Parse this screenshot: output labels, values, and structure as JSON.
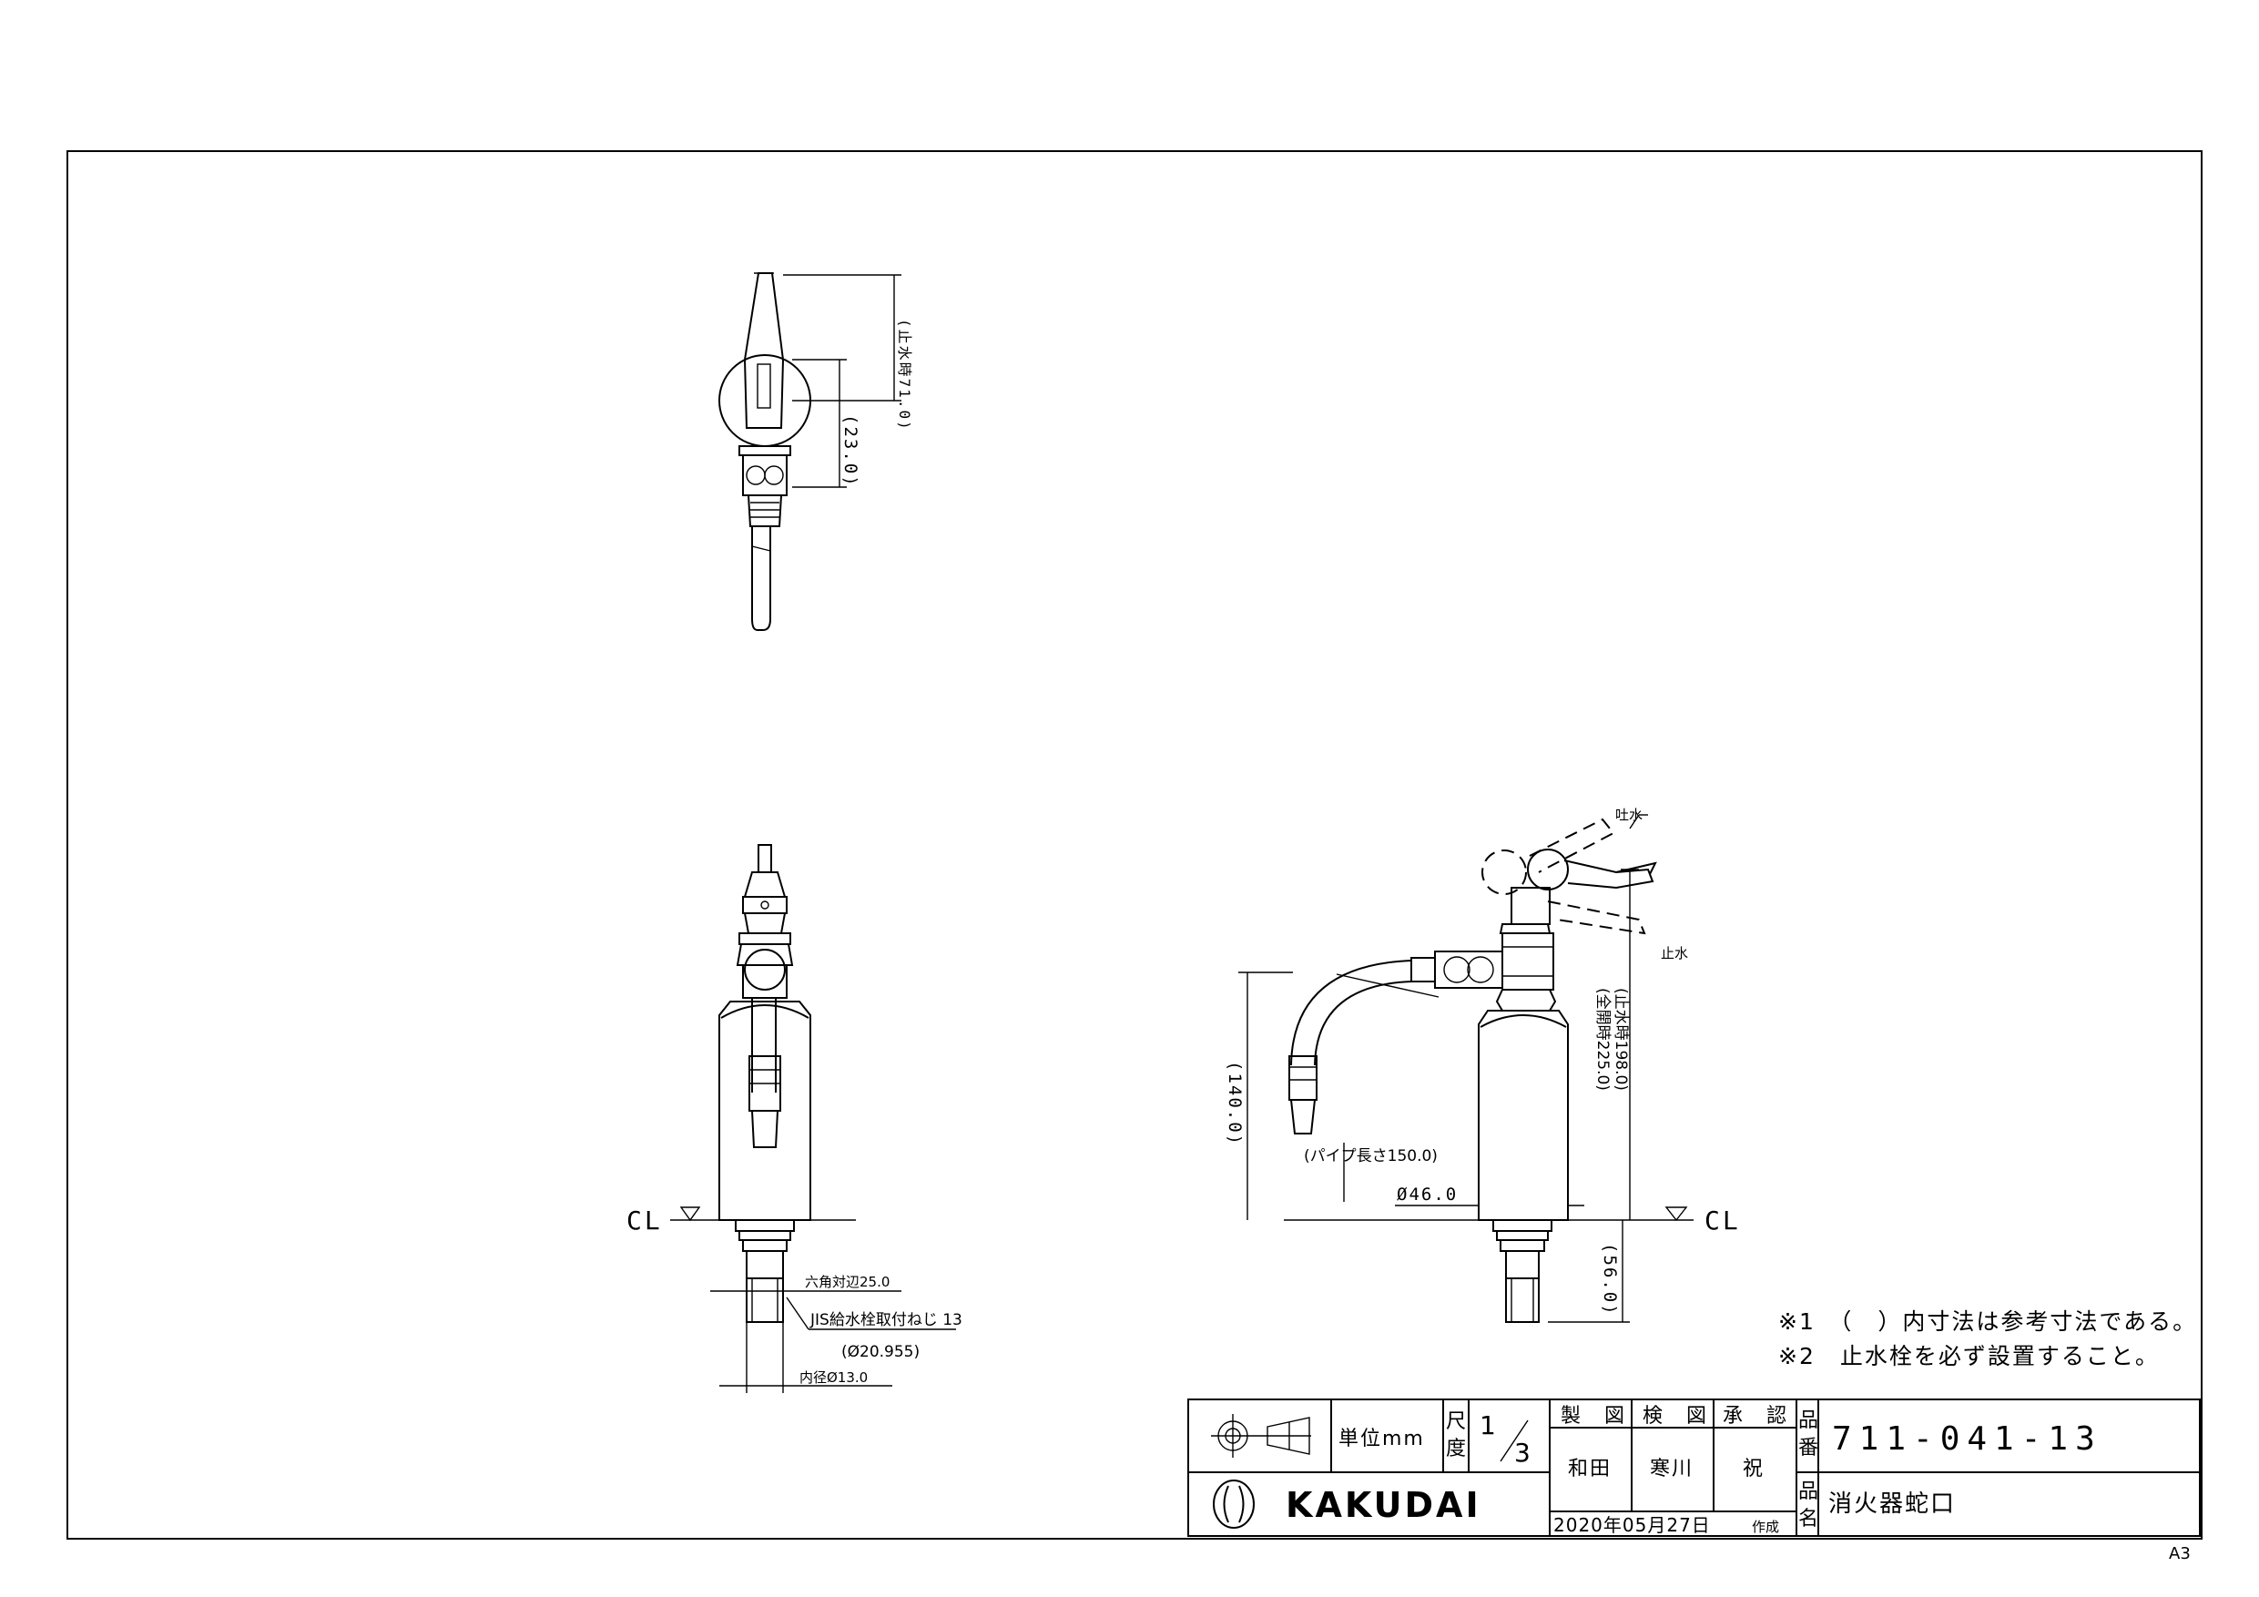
{
  "dimensions": {
    "top_lever_height": "(止水時71.0)",
    "top_offset": "(23.0)",
    "hex_across_flats": "六角対辺25.0",
    "thread_spec": "JIS給水栓取付ねじ 13",
    "thread_diameter": "(Ø20.955)",
    "inner_diameter": "内径Ø13.0",
    "spout_height": "(140.0)",
    "pipe_length": "(パイプ長さ150.0)",
    "body_diameter": "Ø46.0",
    "open_height": "(全開時225.0)",
    "closed_height": "(止水時198.0)",
    "below_cl": "(56.0)"
  },
  "labels": {
    "discharge": "吐水",
    "stop": "止水",
    "cl_left": "CL",
    "cl_right": "CL"
  },
  "notes": [
    "※1　（　）内寸法は参考寸法である。",
    "※2　止水栓を必ず設置すること。"
  ],
  "title_block": {
    "unit_label": "単位mm",
    "scale_label_1": "尺",
    "scale_label_2": "度",
    "scale_num": "1",
    "scale_den": "3",
    "made_label": "製　図",
    "check_label": "検　図",
    "approve_label": "承　認",
    "made_by": "和田",
    "checked_by": "寒川",
    "approved_by": "祝",
    "part_no_label_1": "品",
    "part_no_label_2": "番",
    "part_no": "711-041-13",
    "name_label_1": "品",
    "name_label_2": "名",
    "name": "消火器蛇口",
    "date": "2020年05月27日",
    "date_suffix": "作成",
    "logo": "KAKUDAI"
  },
  "sheet_size": "A3"
}
